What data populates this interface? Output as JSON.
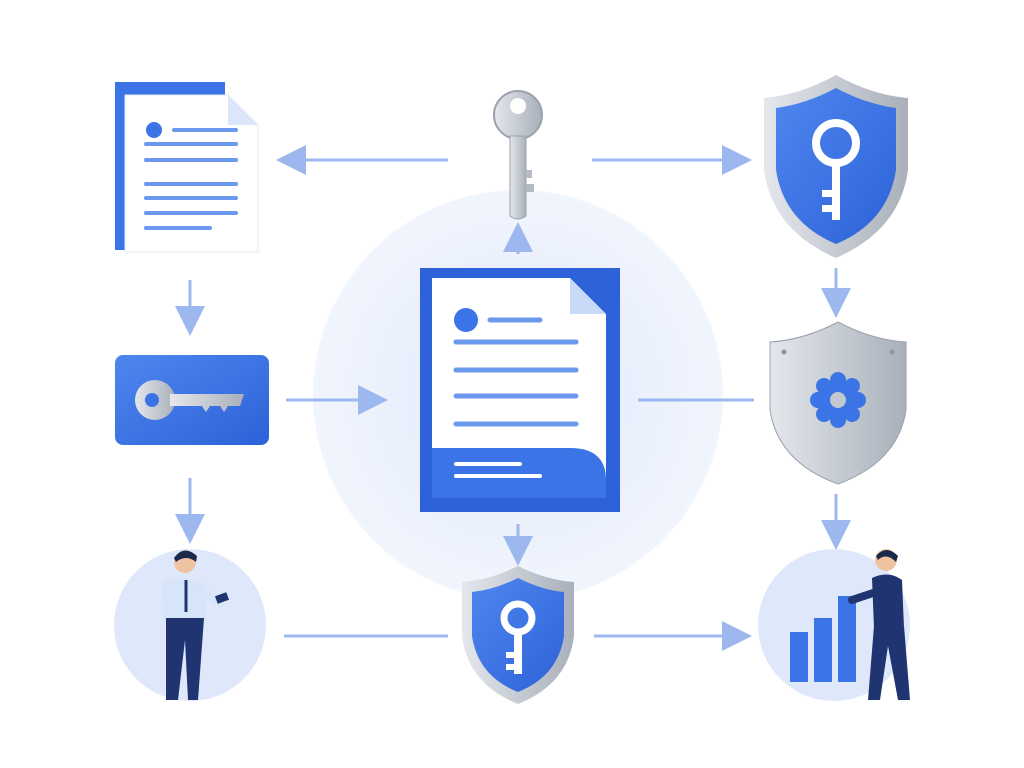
{
  "diagram": {
    "colors": {
      "primary_blue": "#3b74e6",
      "light_blue": "#dbe6fb",
      "pale_blue": "#eef3fd",
      "arrow": "#9db8ef",
      "silver": "#c3c8d0",
      "navy": "#1f3470"
    },
    "nodes": [
      {
        "id": "document-top-left",
        "icon": "document-icon"
      },
      {
        "id": "key-top-center",
        "icon": "key-icon"
      },
      {
        "id": "shield-key-top-right",
        "icon": "shield-key-icon"
      },
      {
        "id": "key-card-left",
        "icon": "key-card-icon"
      },
      {
        "id": "central-document",
        "icon": "document-icon"
      },
      {
        "id": "shield-gear-right",
        "icon": "shield-gear-icon"
      },
      {
        "id": "person-phone-bottom-left",
        "icon": "person-with-phone-icon"
      },
      {
        "id": "shield-key-bottom-center",
        "icon": "shield-key-icon"
      },
      {
        "id": "person-chart-bottom-right",
        "icon": "person-with-bar-chart-icon"
      }
    ],
    "arrows": [
      {
        "from": "key-top-center",
        "to": "document-top-left"
      },
      {
        "from": "key-top-center",
        "to": "shield-key-top-right"
      },
      {
        "from": "central-document",
        "to": "key-top-center"
      },
      {
        "from": "document-top-left",
        "to": "key-card-left"
      },
      {
        "from": "shield-key-top-right",
        "to": "shield-gear-right"
      },
      {
        "from": "key-card-left",
        "to": "central-document"
      },
      {
        "from": "central-document",
        "to": "shield-gear-right"
      },
      {
        "from": "key-card-left",
        "to": "person-phone-bottom-left"
      },
      {
        "from": "shield-gear-right",
        "to": "person-chart-bottom-right"
      },
      {
        "from": "central-document",
        "to": "shield-key-bottom-center"
      },
      {
        "from": "person-phone-bottom-left",
        "to": "shield-key-bottom-center"
      },
      {
        "from": "shield-key-bottom-center",
        "to": "person-chart-bottom-right"
      }
    ]
  }
}
